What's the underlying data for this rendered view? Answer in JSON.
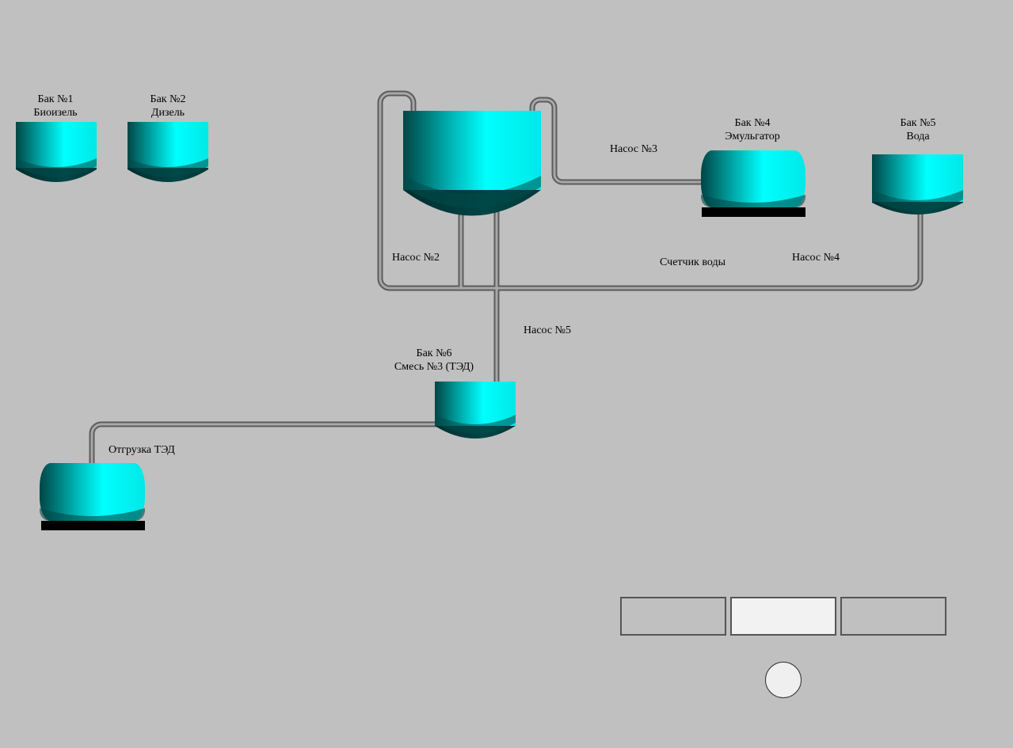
{
  "colors": {
    "background": "#c0c0c0",
    "tank_light": "#00ffff",
    "tank_dark": "#004545",
    "pipe": "#8a8a8a",
    "base": "#000000"
  },
  "tanks": {
    "tank1": {
      "name": "Бак №1",
      "subtitle": "Биоизель"
    },
    "tank2": {
      "name": "Бак №2",
      "subtitle": "Дизель"
    },
    "tank4": {
      "name": "Бак №4",
      "subtitle": "Эмульгатор"
    },
    "tank5": {
      "name": "Бак №5",
      "subtitle": "Вода"
    },
    "tank6": {
      "name": "Бак №6",
      "subtitle": "Смесь №3 (ТЭД)"
    }
  },
  "labels": {
    "pump2": "Насос №2",
    "pump3": "Насос №3",
    "pump4": "Насос №4",
    "pump5": "Насос №5",
    "water_meter": "Счетчик воды",
    "shipment": "Отгрузка ТЭД"
  }
}
